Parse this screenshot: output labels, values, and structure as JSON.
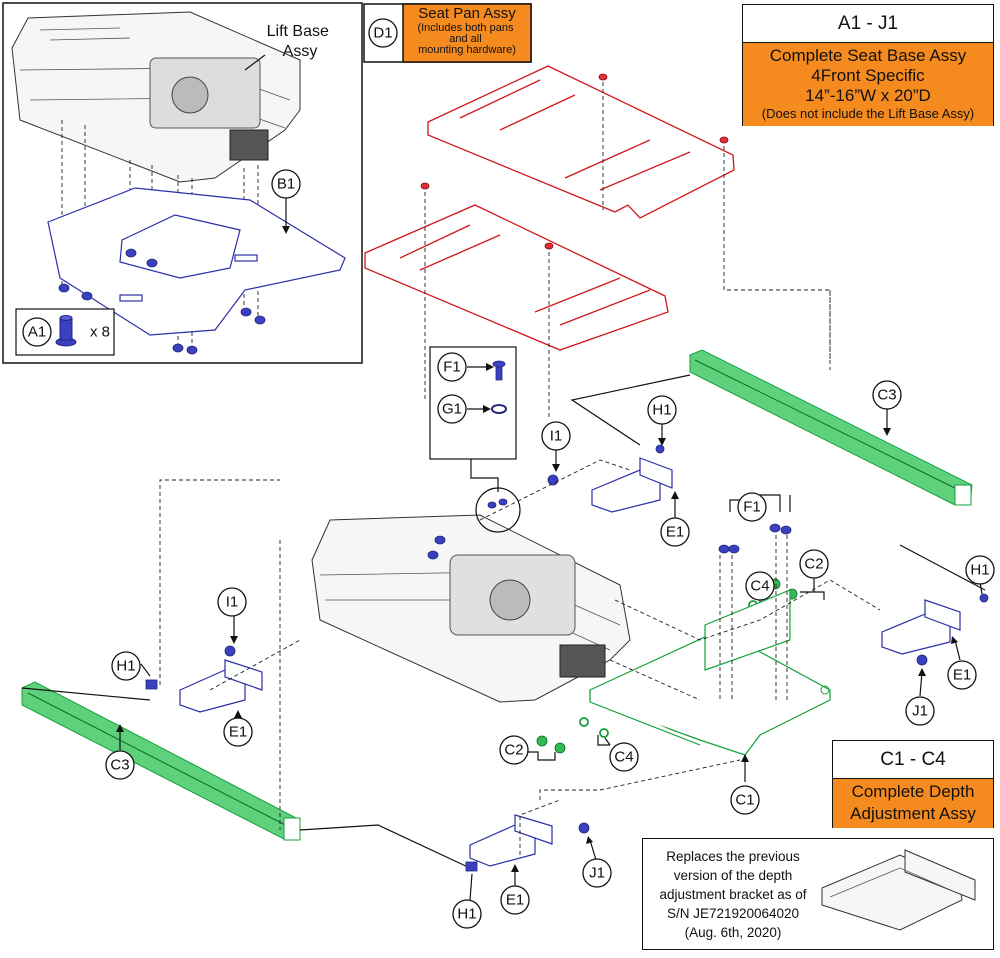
{
  "inset": {
    "lift_base_label": "Lift Base\nAssy",
    "a1_callout": "A1",
    "a1_qty": "x 8",
    "b1_callout": "B1"
  },
  "seat_pan": {
    "callout": "D1",
    "title": "Seat Pan Assy",
    "subtitle": "(Includes both pans\nand all\nmounting hardware)"
  },
  "kit_a1_j1": {
    "range": "A1 - J1",
    "line1": "Complete Seat Base Assy",
    "line2": "4Front Specific",
    "line3": "14”-16”W x 20”D",
    "line4": "(Does not include the Lift Base Assy)"
  },
  "kit_c1_c4": {
    "range": "C1 - C4",
    "line1": "Complete Depth",
    "line2": "Adjustment Assy"
  },
  "note": {
    "text": "Replaces the previous\nversion of the depth\nadjustment bracket as of\nS/N JE721920064020\n(Aug. 6th, 2020)"
  },
  "callouts": {
    "F1_top": "F1",
    "G1": "G1",
    "I1_top": "I1",
    "H1_top": "H1",
    "E1_top": "E1",
    "C3_right": "C3",
    "F1_mid": "F1",
    "C2_right": "C2",
    "C4_right": "C4",
    "H1_right": "H1",
    "E1_right": "E1",
    "J1_right": "J1",
    "I1_left": "I1",
    "H1_left": "H1",
    "E1_left": "E1",
    "C3_left": "C3",
    "C2_left": "C2",
    "C4_left": "C4",
    "C1": "C1",
    "E1_bottom": "E1",
    "J1_bottom": "J1",
    "H1_bottom": "H1"
  },
  "colors": {
    "seat_pan": "#d0161c",
    "lift_plate": "#2a2fa8",
    "depth_assy": "#14a03a",
    "kit_box": "#f58a1f"
  }
}
